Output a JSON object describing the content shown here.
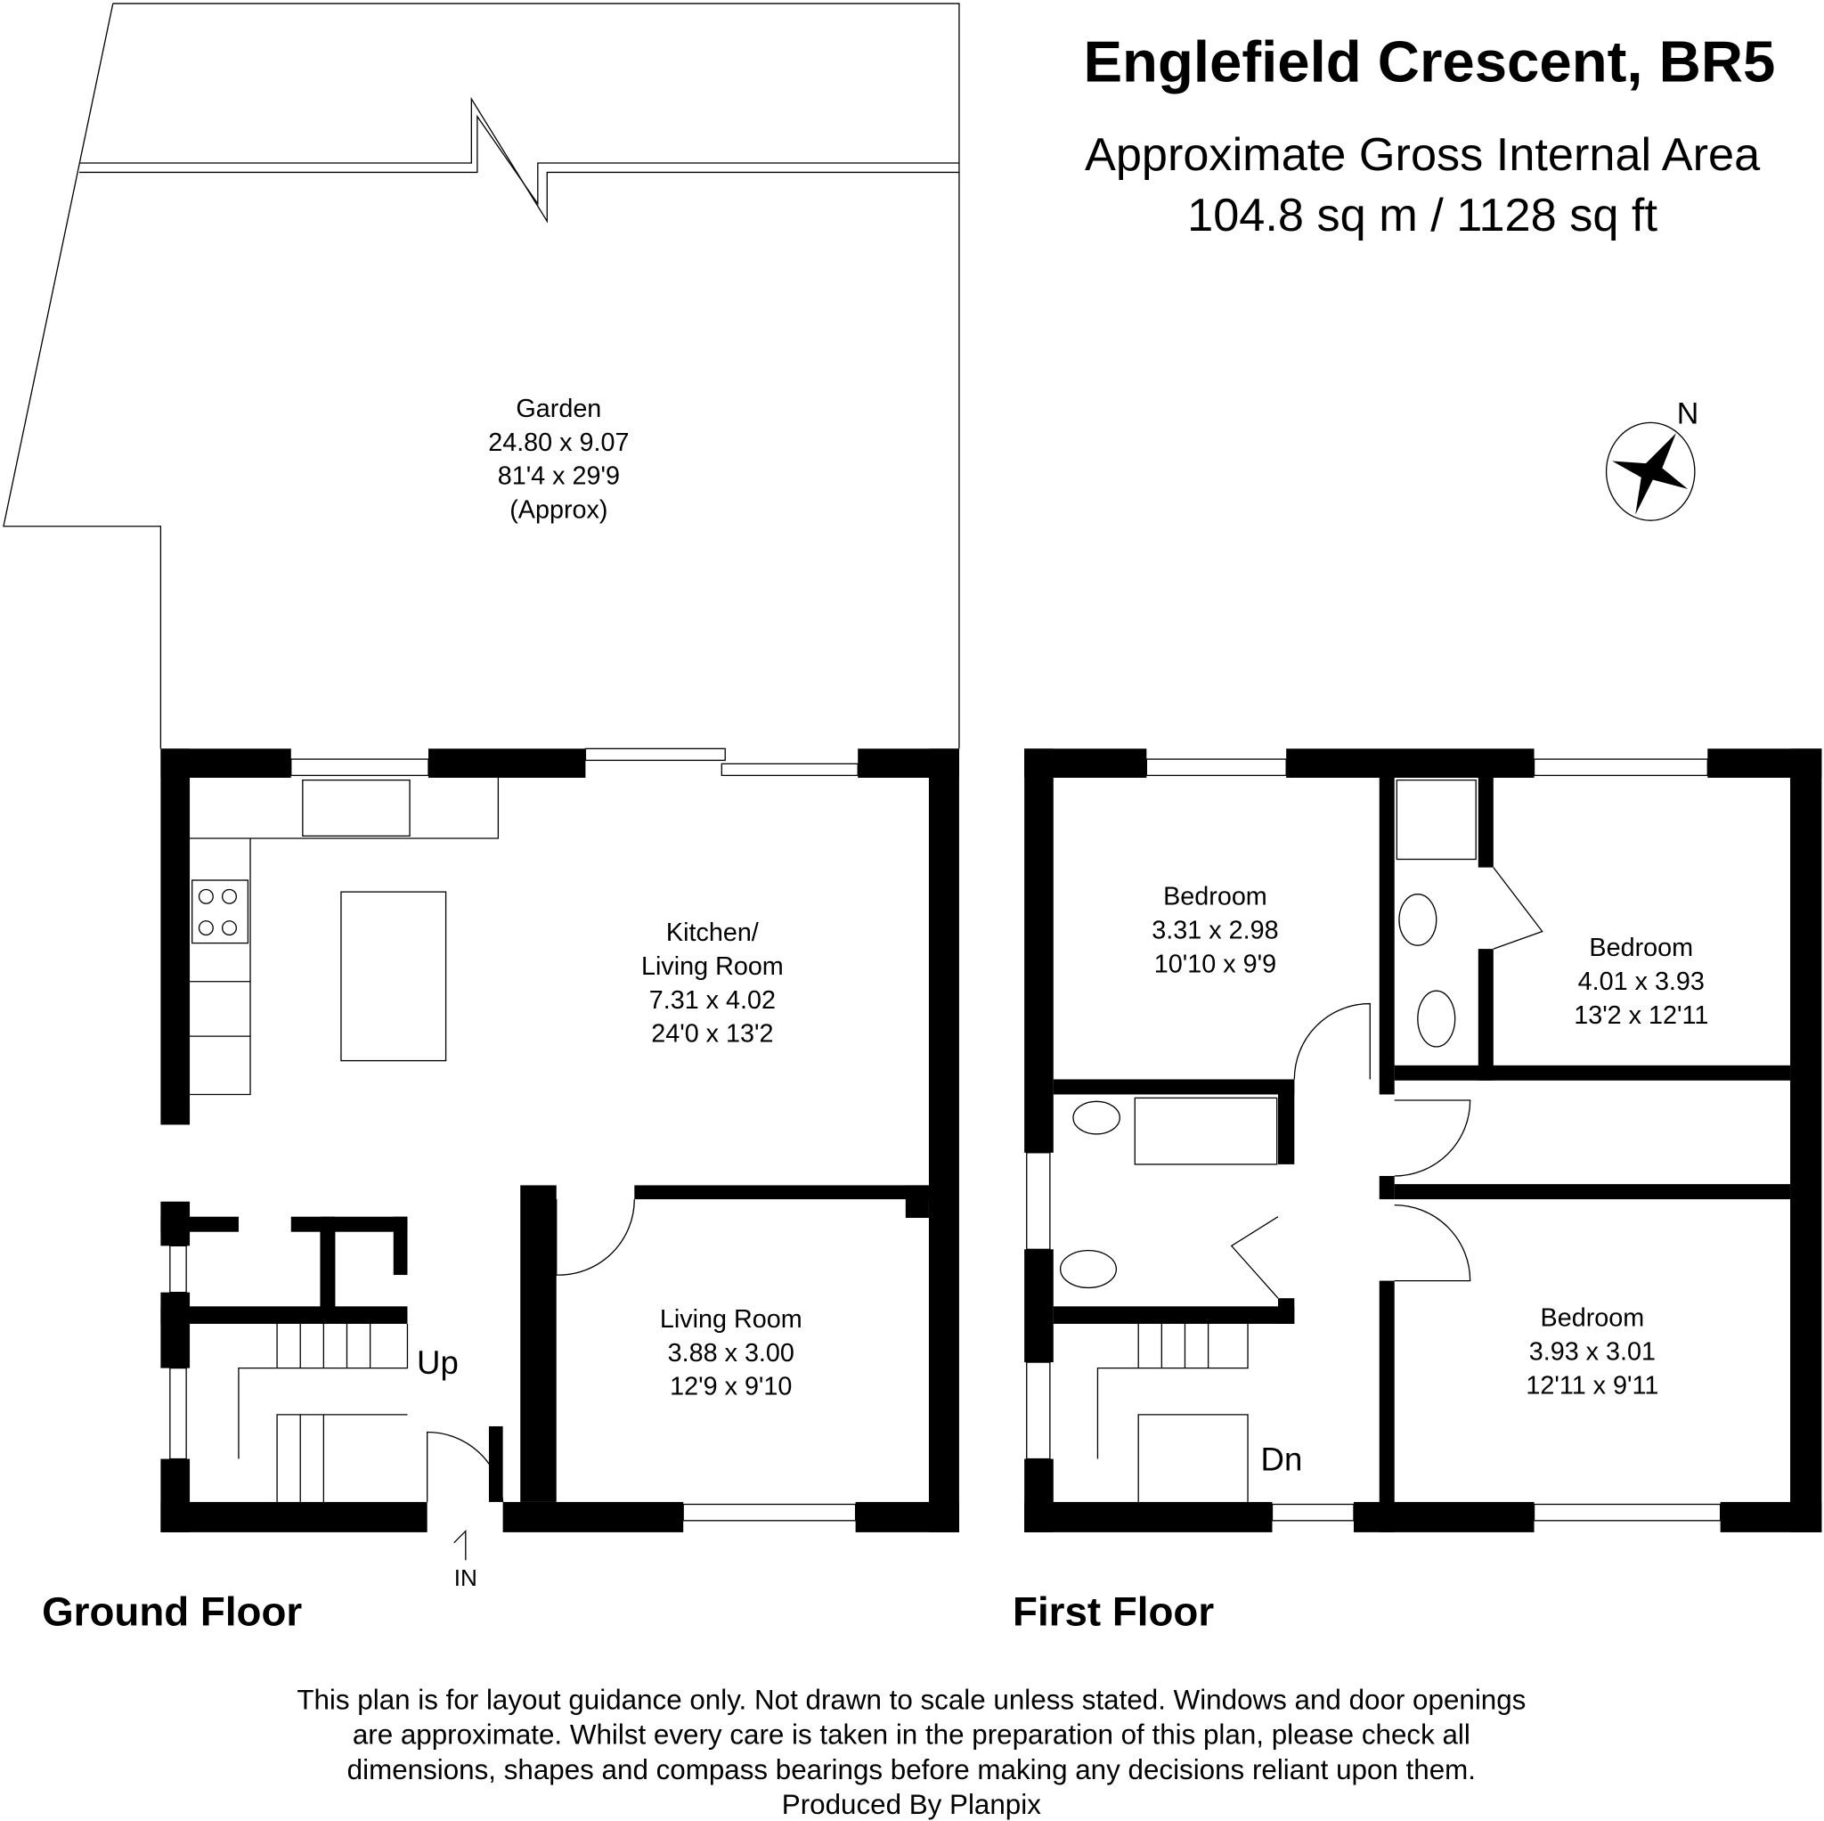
{
  "header": {
    "title": "Englefield Crescent, BR5",
    "area_label": "Approximate Gross Internal Area",
    "area_value": "104.8 sq m / 1128 sq ft",
    "compass_label": "N"
  },
  "ground_floor": {
    "label": "Ground Floor",
    "rooms": [
      {
        "name": "Garden",
        "metric": "24.80 x 9.07",
        "imperial": "81'4 x 29'9",
        "note": "(Approx)"
      },
      {
        "name_line1": "Kitchen/",
        "name_line2": "Living Room",
        "metric": "7.31 x 4.02",
        "imperial": "24'0 x 13'2"
      },
      {
        "name": "Living Room",
        "metric": "3.88 x 3.00",
        "imperial": "12'9 x 9'10"
      }
    ],
    "stairs_label": "Up",
    "entrance_label": "IN"
  },
  "first_floor": {
    "label": "First Floor",
    "rooms": [
      {
        "name": "Bedroom",
        "metric": "3.31 x 2.98",
        "imperial": "10'10 x 9'9"
      },
      {
        "name": "Bedroom",
        "metric": "4.01 x 3.93",
        "imperial": "13'2 x 12'11"
      },
      {
        "name": "Bedroom",
        "metric": "3.93 x 3.01",
        "imperial": "12'11 x 9'11"
      }
    ],
    "stairs_label": "Dn"
  },
  "disclaimer": {
    "lines": [
      "This plan is for layout guidance only. Not drawn to scale unless stated. Windows and door openings",
      "are approximate. Whilst every care is taken in the preparation of this plan, please check all",
      "dimensions, shapes and compass bearings before making any decisions reliant upon them.",
      "Produced By Planpix"
    ]
  }
}
